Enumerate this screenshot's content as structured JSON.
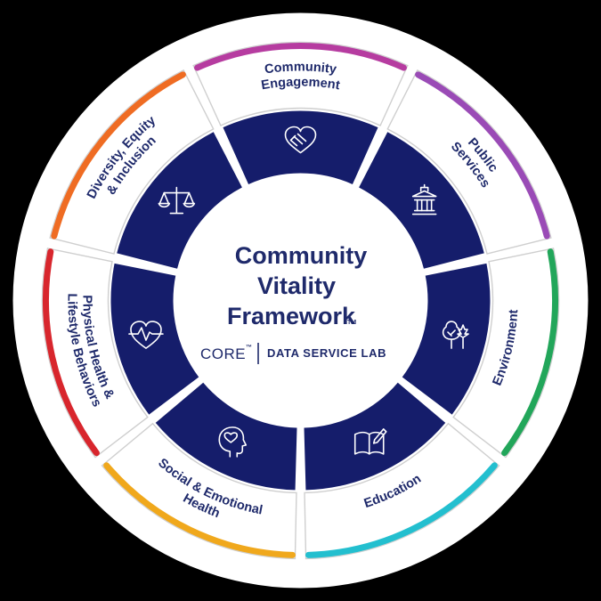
{
  "center": {
    "title_lines": [
      "Community",
      "Vitality",
      "Framework"
    ],
    "trademark": "TM",
    "brand": "CORE",
    "brand_mark": "™",
    "lab": "DATA SERVICE LAB"
  },
  "segments": [
    {
      "lines": [
        "Community",
        "Engagement"
      ],
      "color": "#b63ca0",
      "icon": "handshake-heart-icon"
    },
    {
      "lines": [
        "Public",
        "Services"
      ],
      "color": "#9a4bb6",
      "icon": "government-building-icon"
    },
    {
      "lines": [
        "Environment"
      ],
      "color": "#22a65a",
      "icon": "trees-icon"
    },
    {
      "lines": [
        "Education"
      ],
      "color": "#23bfcf",
      "icon": "open-book-pencil-icon"
    },
    {
      "lines": [
        "Social & Emotional",
        "Health"
      ],
      "color": "#f0a81c",
      "icon": "head-heart-icon"
    },
    {
      "lines": [
        "Physical Health &",
        "Lifestyle Behaviors"
      ],
      "color": "#d8262d",
      "icon": "heartbeat-icon"
    },
    {
      "lines": [
        "Diversity, Equity",
        "& Inclusion"
      ],
      "color": "#ef6c23",
      "icon": "balance-scale-icon"
    }
  ],
  "colors": {
    "navy": "#151d6b",
    "text": "#1f2a6b",
    "segment_bg": "#ffffff",
    "gap": "#d8d8d8"
  }
}
